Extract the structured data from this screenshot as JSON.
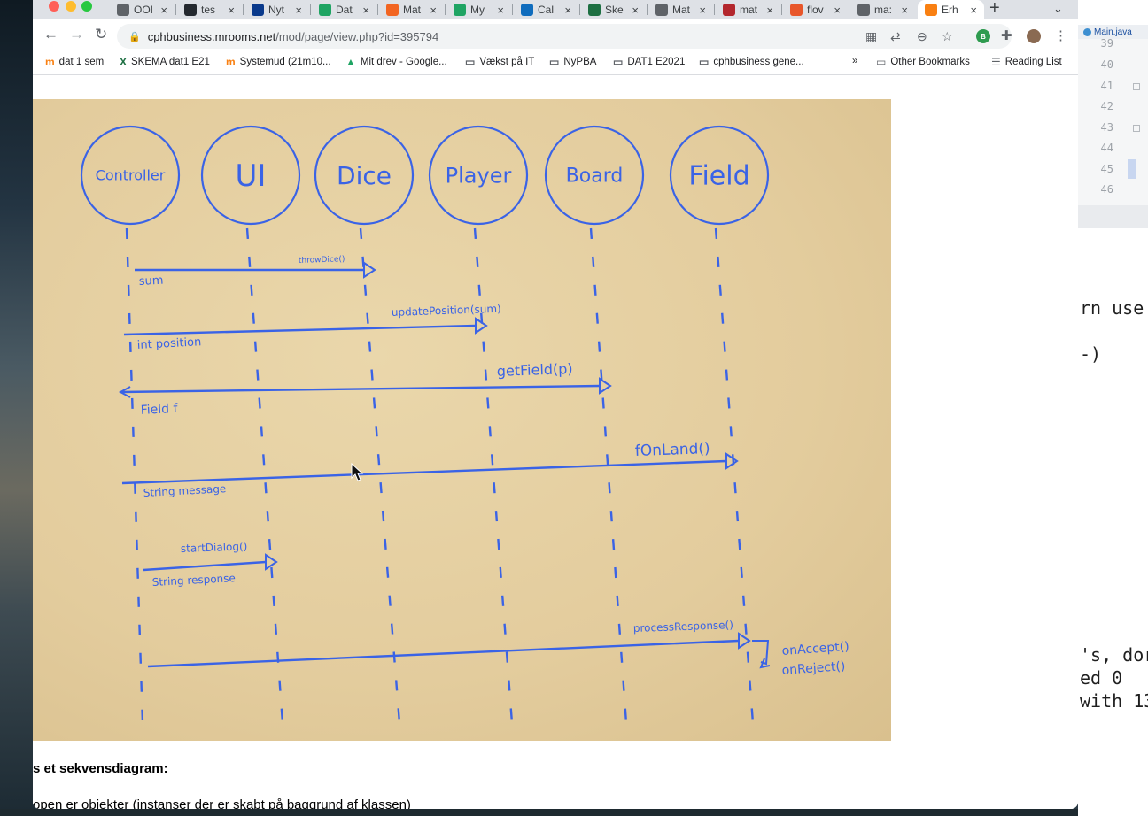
{
  "browser": {
    "tabs": [
      {
        "label": "OOI",
        "icon": "globe-icon",
        "color": "#5f6368"
      },
      {
        "label": "tes",
        "icon": "github-icon",
        "color": "#24292f"
      },
      {
        "label": "Nyt",
        "icon": "dba-icon",
        "color": "#0a3a8c"
      },
      {
        "label": "Dat",
        "icon": "drive-icon",
        "color": "#1fa463"
      },
      {
        "label": "Mat",
        "icon": "orange-app-icon",
        "color": "#f26522"
      },
      {
        "label": "My",
        "icon": "drive-icon",
        "color": "#1fa463"
      },
      {
        "label": "Cal",
        "icon": "calendar-icon",
        "color": "#0f6cbd"
      },
      {
        "label": "Ske",
        "icon": "excel-icon",
        "color": "#1d6f42"
      },
      {
        "label": "Mat",
        "icon": "globe-icon",
        "color": "#5f6368"
      },
      {
        "label": "mat",
        "icon": "maven-icon",
        "color": "#b3272d"
      },
      {
        "label": "flov",
        "icon": "orange-circle-icon",
        "color": "#e8562a"
      },
      {
        "label": "ma:",
        "icon": "globe-icon",
        "color": "#5f6368"
      },
      {
        "label": "Erh",
        "icon": "moodle-icon",
        "color": "#f98012",
        "active": true
      }
    ],
    "url_host": "cphbusiness.mrooms.net",
    "url_path": "/mod/page/view.php?id=395794",
    "bookmarks": [
      {
        "label": "dat 1 sem",
        "icon": "moodle-icon"
      },
      {
        "label": "SKEMA dat1 E21",
        "icon": "excel-icon"
      },
      {
        "label": "Systemud (21m10...",
        "icon": "moodle-icon"
      },
      {
        "label": "Mit drev - Google...",
        "icon": "drive-icon"
      },
      {
        "label": "Vækst på IT",
        "icon": "folder-icon"
      },
      {
        "label": "NyPBA",
        "icon": "folder-icon"
      },
      {
        "label": "DAT1 E2021",
        "icon": "folder-icon"
      },
      {
        "label": "cphbusiness gene...",
        "icon": "folder-icon"
      }
    ],
    "bookmarks_overflow": "»",
    "other_bookmarks": "Other Bookmarks",
    "reading_list": "Reading List"
  },
  "diagram": {
    "objects": [
      "Controller",
      "UI",
      "Dice",
      "Player",
      "Board",
      "Field"
    ],
    "messages": [
      {
        "label": "throwDice()",
        "return": "sum"
      },
      {
        "label": "updatePosition(sum)",
        "return": "int position"
      },
      {
        "label": "getField(p)",
        "return": "Field f"
      },
      {
        "label": "fOnLand()",
        "return": "String message"
      },
      {
        "label": "startDialog()",
        "return": "String response"
      },
      {
        "label": "processResponse()",
        "return": ""
      }
    ],
    "self_calls": [
      "onAccept()",
      "onReject()"
    ]
  },
  "page": {
    "heading_partial": "s et sekvensdiagram:",
    "text_partial": "open er objekter (instanser der er skabt på baggrund af klassen)"
  },
  "ide": {
    "file_tab": "Main.java",
    "line_numbers": [
      "39",
      "40",
      "41",
      "42",
      "43",
      "44",
      "45",
      "46"
    ],
    "console_fragments": [
      "rn use",
      "-)",
      "'s, dor",
      "ed 0",
      "with 13"
    ]
  }
}
